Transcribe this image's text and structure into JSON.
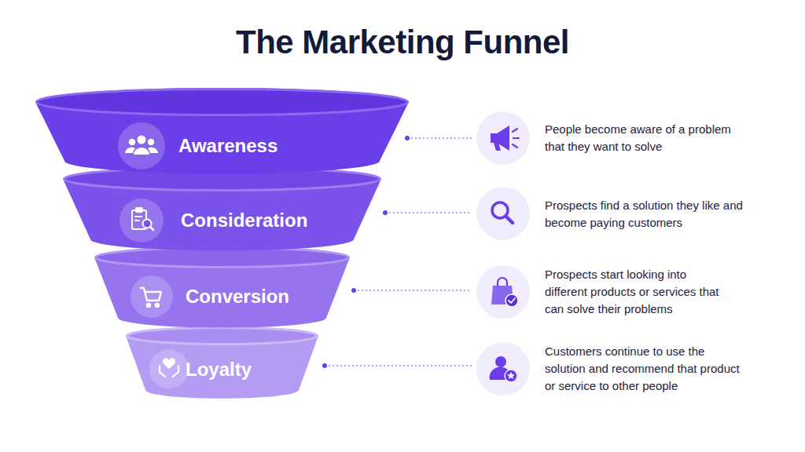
{
  "diagram": {
    "title": "The Marketing Funnel",
    "nodes": [
      {
        "text": [
          "Awareness"
        ]
      },
      {
        "text": [
          "Consideration"
        ]
      },
      {
        "text": [
          "Conversion"
        ]
      },
      {
        "text": [
          "Loyalty"
        ]
      }
    ],
    "labels": [
      "People become aware of a problem that they want to solve",
      "Prospects find a solution they like and become paying customers",
      "Prospects start looking into different products or services that can solve their problems",
      "Customers continue to use the solution and recommend that product or service to other people"
    ]
  }
}
